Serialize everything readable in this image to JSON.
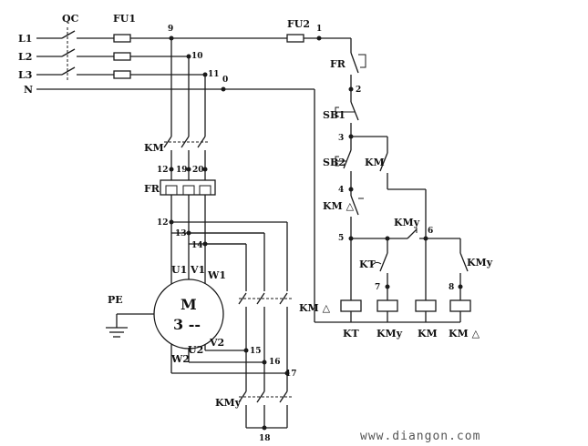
{
  "labels": {
    "l1": "L1",
    "l2": "L2",
    "l3": "L3",
    "n": "N",
    "qc": "QC",
    "fu1": "FU1",
    "fu2": "FU2",
    "km_main": "KM",
    "fr_main": "FR",
    "fr_ctrl": "FR",
    "sb1": "SB1",
    "sb2": "SB2",
    "km_hold": "KM",
    "km_delta_nc": "KM △",
    "kmy_nc": "KMy",
    "kt": "KT",
    "kmy_no": "KMy",
    "km_delta_main": "KM △",
    "kmy_main": "KMy",
    "u1": "U1",
    "v1": "V1",
    "w1": "W1",
    "u2": "U2",
    "v2": "V2",
    "w2": "W2",
    "pe": "PE",
    "motor_m": "M",
    "motor_3": "3 --",
    "coil_kt": "KT",
    "coil_kmy": "KMy",
    "coil_km": "KM",
    "coil_kmd": "KM △"
  },
  "nodes": {
    "n0": "0",
    "n1": "1",
    "n2": "2",
    "n3": "3",
    "n4": "4",
    "n5": "5",
    "n6": "6",
    "n7": "7",
    "n8": "8",
    "n9": "9",
    "n10": "10",
    "n11": "11",
    "n12": "12",
    "n13": "13",
    "n14": "14",
    "n15": "15",
    "n16": "16",
    "n17": "17",
    "n18": "18",
    "n19": "19",
    "n20": "20",
    "n12b": "12"
  },
  "watermark": "www.diangon.com"
}
